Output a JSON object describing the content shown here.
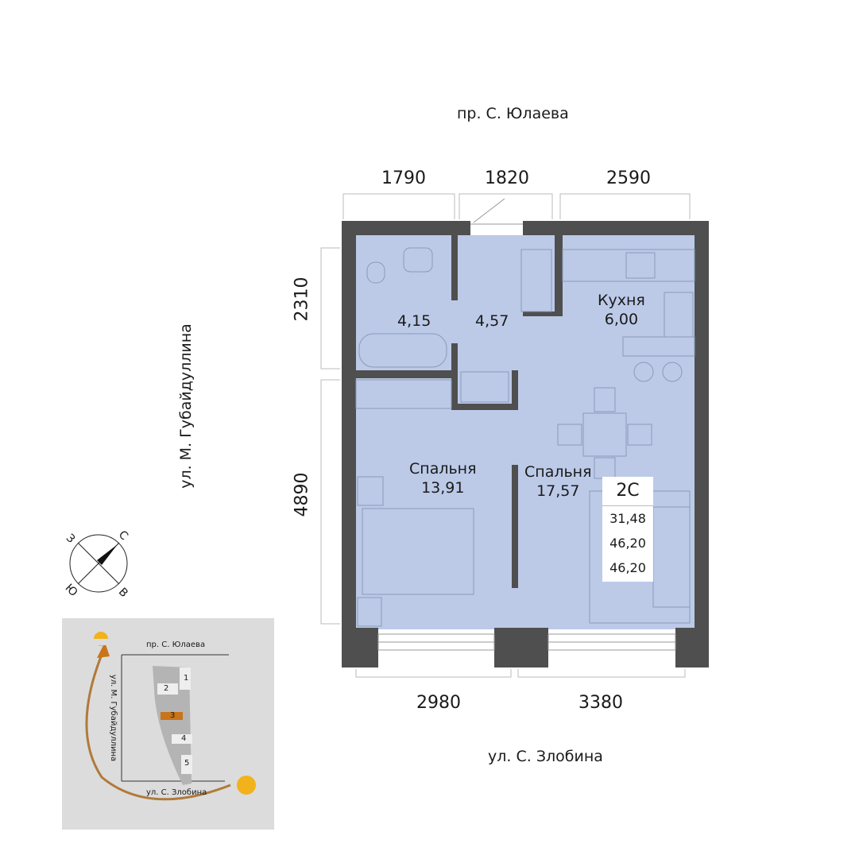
{
  "streets": {
    "top": "пр. С. Юлаева",
    "bottom": "ул. С. Злобина",
    "left": "ул. М. Губайдуллина"
  },
  "dimensions": {
    "top": [
      "1790",
      "1820",
      "2590"
    ],
    "bottom": [
      "2980",
      "3380"
    ],
    "left": [
      "2310",
      "4890"
    ]
  },
  "rooms": [
    {
      "name": "",
      "area": "4,15"
    },
    {
      "name": "",
      "area": "4,57"
    },
    {
      "name": "Кухня",
      "area": "6,00"
    },
    {
      "name": "Спальня",
      "area": "13,91"
    },
    {
      "name": "Спальня",
      "area": "17,57"
    }
  ],
  "apartment": {
    "code": "2С",
    "areas": [
      "31,48",
      "46,20",
      "46,20"
    ]
  },
  "compass": {
    "n": "С",
    "s": "Ю",
    "w": "З",
    "e": "В"
  },
  "site_map": {
    "top": "пр. С. Юлаева",
    "left": "ул. М. Губайдуллина",
    "bottom": "ул. С. Злобина",
    "buildings": [
      "1",
      "2",
      "3",
      "4",
      "5"
    ],
    "highlighted": "3"
  },
  "colors": {
    "floor": "#bccae8",
    "wall": "#4f4f4f",
    "highlight": "#c8741a"
  }
}
